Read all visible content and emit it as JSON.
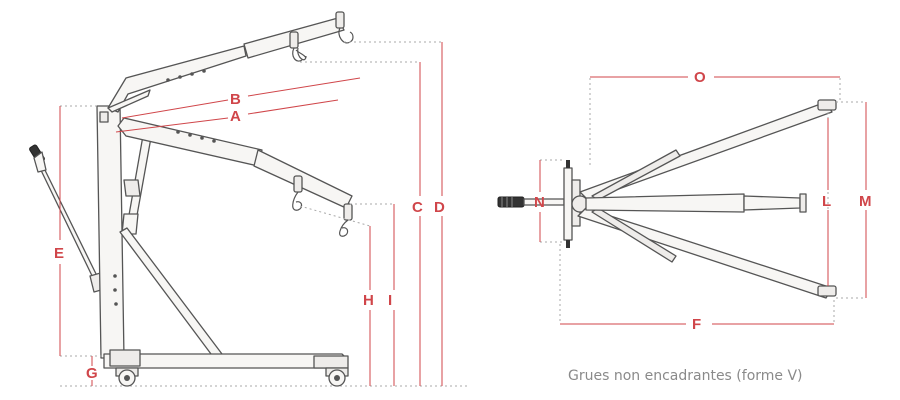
{
  "labels": {
    "A": "A",
    "B": "B",
    "C": "C",
    "D": "D",
    "E": "E",
    "G": "G",
    "H": "H",
    "I": "I",
    "O": "O",
    "N": "N",
    "L": "L",
    "M": "M",
    "F": "F"
  },
  "caption": "Grues non encadrantes (forme V)",
  "colors": {
    "dimension": "#d0464a",
    "outline": "#555555",
    "guide": "#aaaaaa",
    "caption": "#8a8a8a"
  }
}
